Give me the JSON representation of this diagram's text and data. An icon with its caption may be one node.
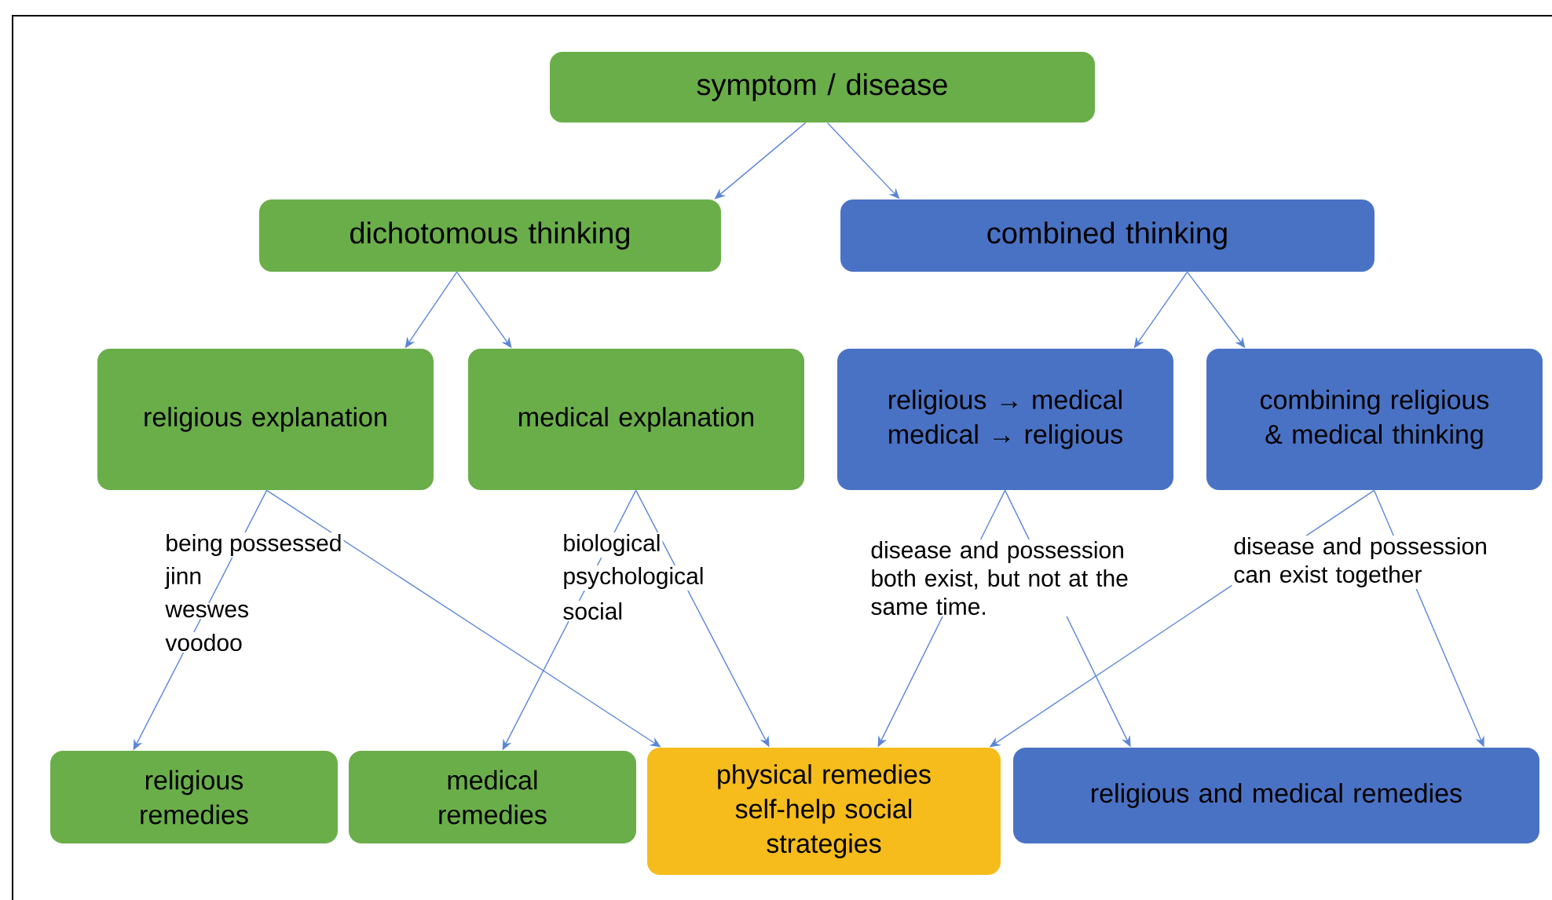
{
  "diagram": {
    "nodes": [
      {
        "text": [
          "symptom / disease"
        ]
      },
      {
        "text": [
          "dichotomous thinking"
        ]
      },
      {
        "text": [
          "combined thinking"
        ]
      },
      {
        "text": [
          "religious explanation"
        ]
      },
      {
        "text": [
          "medical explanation"
        ]
      },
      {
        "text": [
          "religious → medical medical → religious"
        ]
      },
      {
        "text": [
          "combining religious & medical thinking"
        ]
      },
      {
        "text": [
          "religious remedies"
        ]
      },
      {
        "text": [
          "medical remedies"
        ]
      },
      {
        "text": [
          "physical remedies self-help social strategies"
        ]
      },
      {
        "text": [
          "religious and medical remedies"
        ]
      }
    ],
    "edges": [
      {
        "from": 0,
        "to": 1,
        "arrow": "to"
      },
      {
        "from": 0,
        "to": 2,
        "arrow": "to"
      },
      {
        "from": 1,
        "to": 3,
        "arrow": "to"
      },
      {
        "from": 1,
        "to": 4,
        "arrow": "to"
      },
      {
        "from": 2,
        "to": 5,
        "arrow": "to"
      },
      {
        "from": 2,
        "to": 6,
        "arrow": "to"
      },
      {
        "from": 3,
        "to": 7,
        "arrow": "to"
      },
      {
        "from": 3,
        "to": 9,
        "arrow": "to"
      },
      {
        "from": 4,
        "to": 8,
        "arrow": "to"
      },
      {
        "from": 4,
        "to": 9,
        "arrow": "to"
      },
      {
        "from": 5,
        "to": 9,
        "arrow": "to"
      },
      {
        "from": 5,
        "to": 10,
        "arrow": "to"
      },
      {
        "from": 6,
        "to": 9,
        "arrow": "to"
      },
      {
        "from": 6,
        "to": 10,
        "arrow": "to"
      }
    ],
    "labels": [
      "being possessed",
      "jinn",
      "weswes",
      "voodoo",
      "biological",
      "psychological",
      "social",
      "disease and possession both exist, but not at the same time.",
      "disease and possession can exist together"
    ]
  }
}
